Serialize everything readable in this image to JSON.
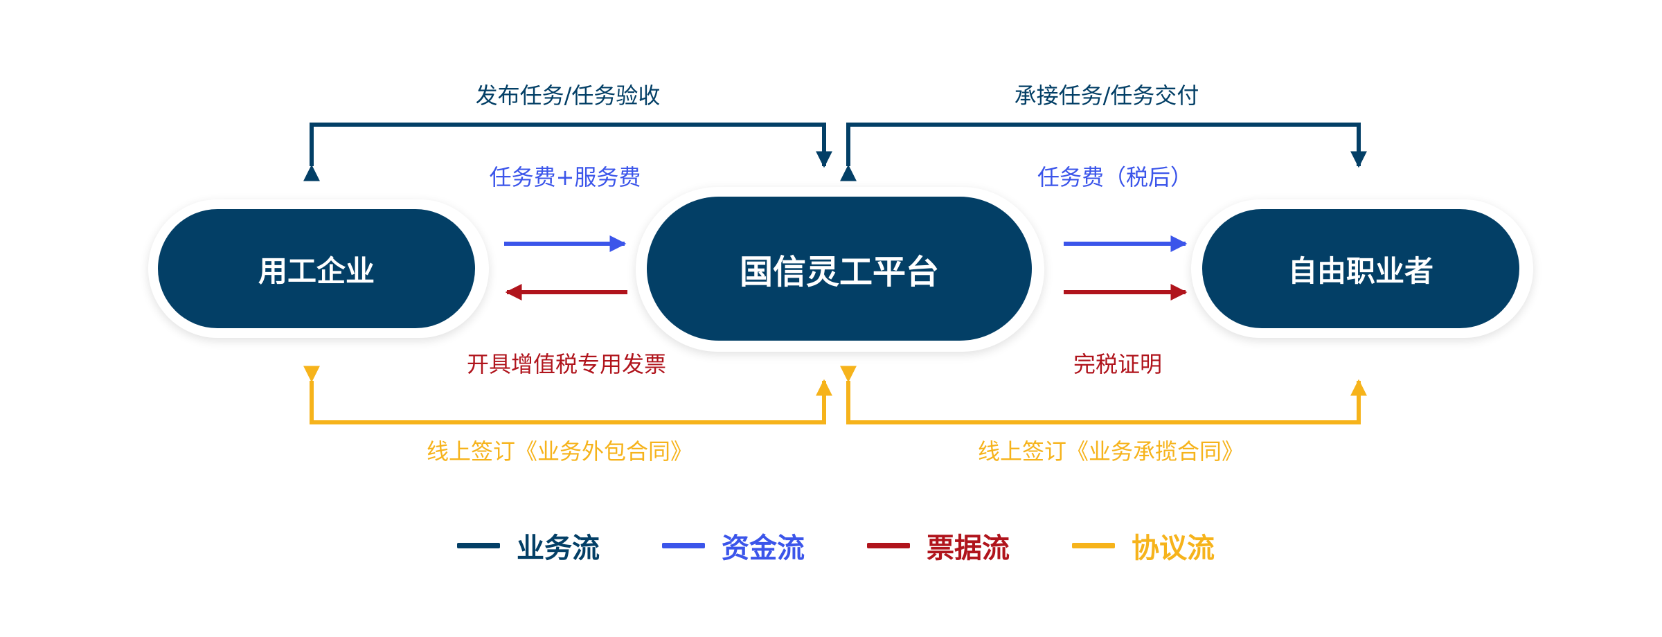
{
  "colors": {
    "business": "#033f66",
    "funds": "#3b55ea",
    "invoice": "#b0141c",
    "agreement": "#f6b31b",
    "node_fill": "#033f66"
  },
  "nodes": {
    "enterprise": "用工企业",
    "platform": "国信灵工平台",
    "freelancer": "自由职业者"
  },
  "flows": {
    "left_business": "发布任务/任务验收",
    "right_business": "承接任务/任务交付",
    "left_funds": "任务费+服务费",
    "right_funds": "任务费（税后）",
    "left_invoice": "开具增值税专用发票",
    "right_invoice": "完税证明",
    "left_agreement": "线上签订《业务外包合同》",
    "right_agreement": "线上签订《业务承揽合同》"
  },
  "legend": {
    "business": "业务流",
    "funds": "资金流",
    "invoice": "票据流",
    "agreement": "协议流"
  }
}
